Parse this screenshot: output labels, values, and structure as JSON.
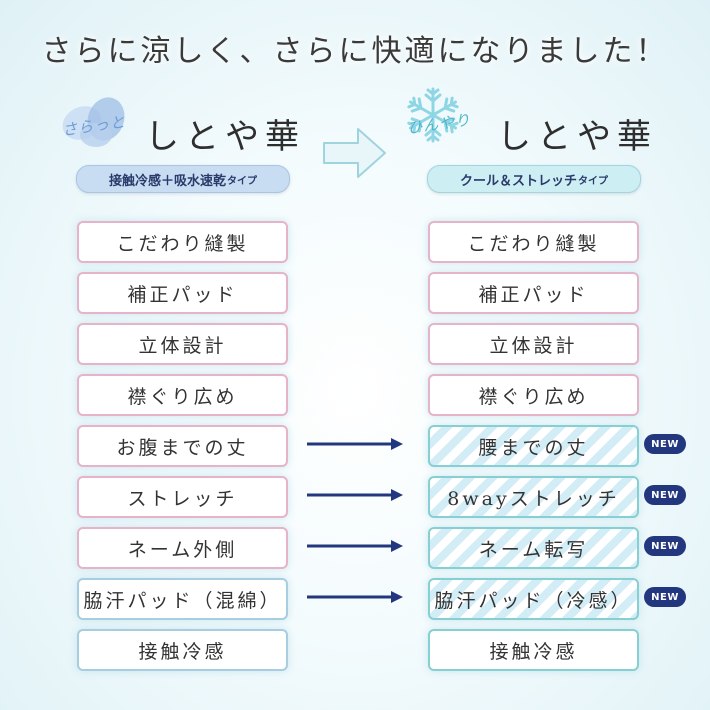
{
  "headline": "さらに涼しく、さらに快適になりました！",
  "left": {
    "kicker": "さらっと",
    "brand": "しとや華",
    "pill_main": "接触冷感＋吸水速乾",
    "pill_small": "タイプ",
    "items": [
      "こだわり縫製",
      "補正パッド",
      "立体設計",
      "襟ぐり広め",
      "お腹までの丈",
      "ストレッチ",
      "ネーム外側",
      "脇汗パッド（混綿）",
      "接触冷感"
    ]
  },
  "right": {
    "kicker": "ひんやり",
    "brand": "しとや華",
    "pill_main": "クール＆ストレッチ",
    "pill_small": "タイプ",
    "items": [
      "こだわり縫製",
      "補正パッド",
      "立体設計",
      "襟ぐり広め",
      "腰までの丈",
      "8wayストレッチ",
      "ネーム転写",
      "脇汗パッド（冷感）",
      "接触冷感"
    ]
  },
  "badge_label": "NEW",
  "colors": {
    "pink_border": "#e6b3c8",
    "blue_border": "#a7cde0",
    "teal_border": "#86cfd2",
    "arrow": "#23377f",
    "badge": "#23377f"
  },
  "icons": {
    "left_decoration": "blue-leaf-icon",
    "right_decoration": "snowflake-icon",
    "transition": "right-arrow-icon"
  }
}
